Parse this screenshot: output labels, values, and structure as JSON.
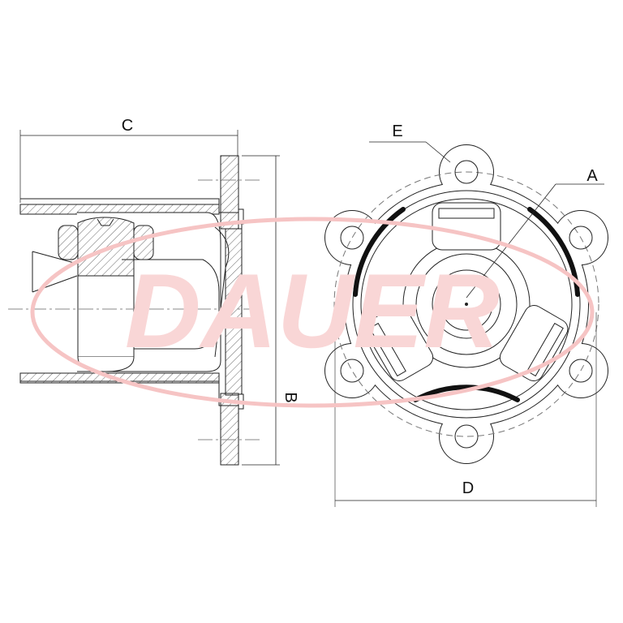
{
  "labels": {
    "a": "A",
    "b": "B",
    "c": "C",
    "d": "D",
    "e": "E"
  },
  "watermark": {
    "text": "DAUER",
    "color": "#f2a0a0"
  },
  "colors": {
    "line": "#222222",
    "thick": "#111111"
  }
}
